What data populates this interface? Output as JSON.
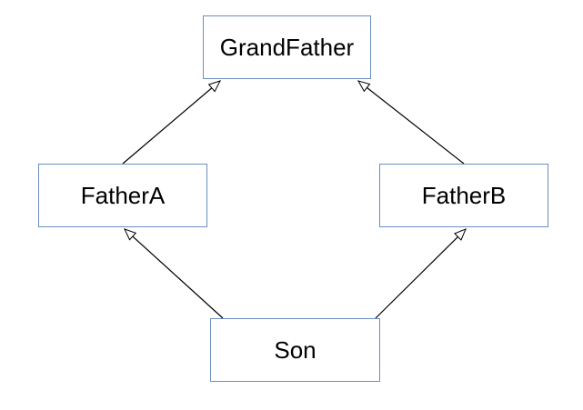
{
  "diagram": {
    "type": "class-inheritance-diagram",
    "nodes": [
      {
        "id": "grandfather",
        "label": "GrandFather"
      },
      {
        "id": "fathera",
        "label": "FatherA"
      },
      {
        "id": "fatherb",
        "label": "FatherB"
      },
      {
        "id": "son",
        "label": "Son"
      }
    ],
    "edges": [
      {
        "from": "FatherA",
        "to": "GrandFather",
        "style": "hollow-triangle-arrow"
      },
      {
        "from": "FatherB",
        "to": "GrandFather",
        "style": "hollow-triangle-arrow"
      },
      {
        "from": "Son",
        "to": "FatherA",
        "style": "hollow-triangle-arrow"
      },
      {
        "from": "Son",
        "to": "FatherB",
        "style": "hollow-triangle-arrow"
      }
    ],
    "colors": {
      "node_border": "#6c8ebf",
      "node_fill": "#ffffff",
      "edge_line": "#000000",
      "text": "#000000",
      "background": "#ffffff"
    }
  }
}
